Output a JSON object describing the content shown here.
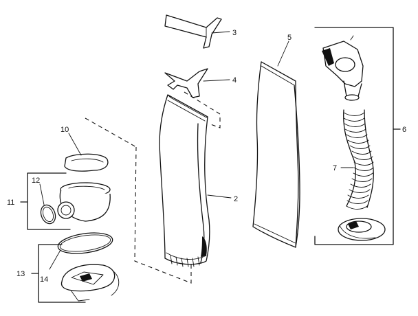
{
  "callouts": {
    "c2": "2",
    "c3": "3",
    "c4": "4",
    "c5": "5",
    "c6": "6",
    "c7": "7",
    "c10": "10",
    "c11": "11",
    "c12": "12",
    "c13": "13",
    "c14": "14"
  },
  "colors": {
    "ink": "#111111",
    "paper": "#ffffff"
  }
}
